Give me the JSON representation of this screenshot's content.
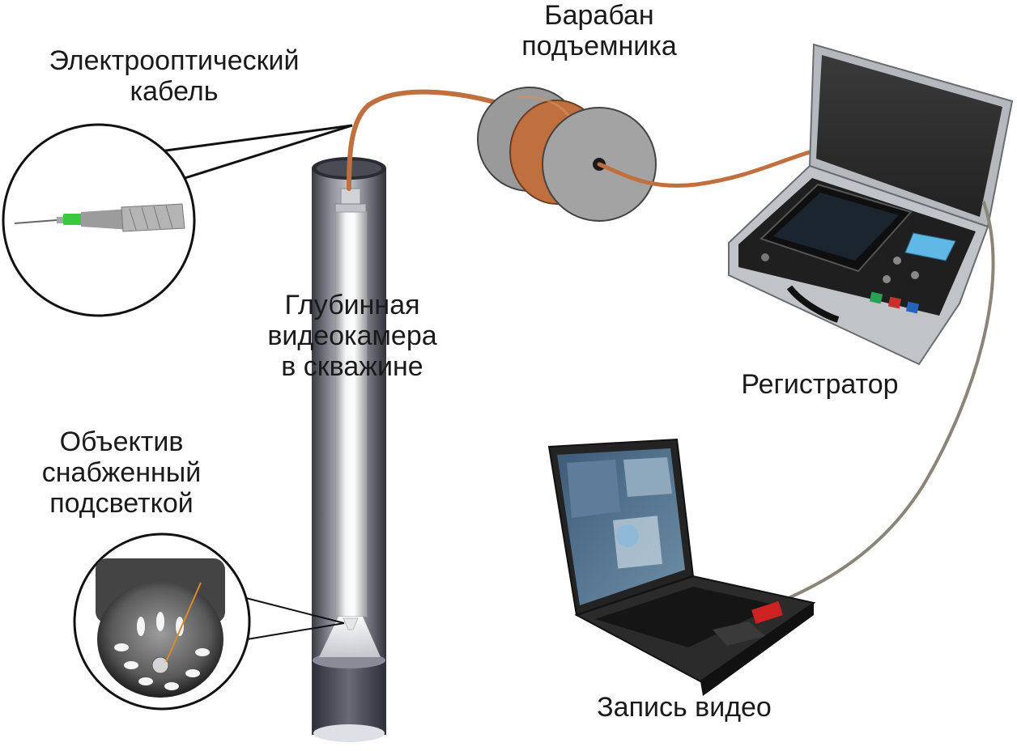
{
  "labels": {
    "cable": {
      "line1": "Электрооптический",
      "line2": "кабель"
    },
    "drum": {
      "line1": "Барабан",
      "line2": "подъемника"
    },
    "camera": {
      "line1": "Глубинная",
      "line2": "видеокамера",
      "line3": "в скважине"
    },
    "lens": {
      "line1": "Объектив",
      "line2": "снабженный",
      "line3": "подсветкой"
    },
    "recorder": "Регистратор",
    "video": "Запись видео"
  },
  "colors": {
    "cable": "#c0703e",
    "cable_light": "#d9915e",
    "drum_flange": "#9a9a9a",
    "drum_spool": "#c0703e",
    "casing_dark": "#4a4a55",
    "casing_mid": "#9a9aa4",
    "grey_cable": "#8a8479",
    "laptop_body": "#2a2a2a",
    "screen": "#4a6b8a",
    "case_frame": "#b5b8bc"
  }
}
